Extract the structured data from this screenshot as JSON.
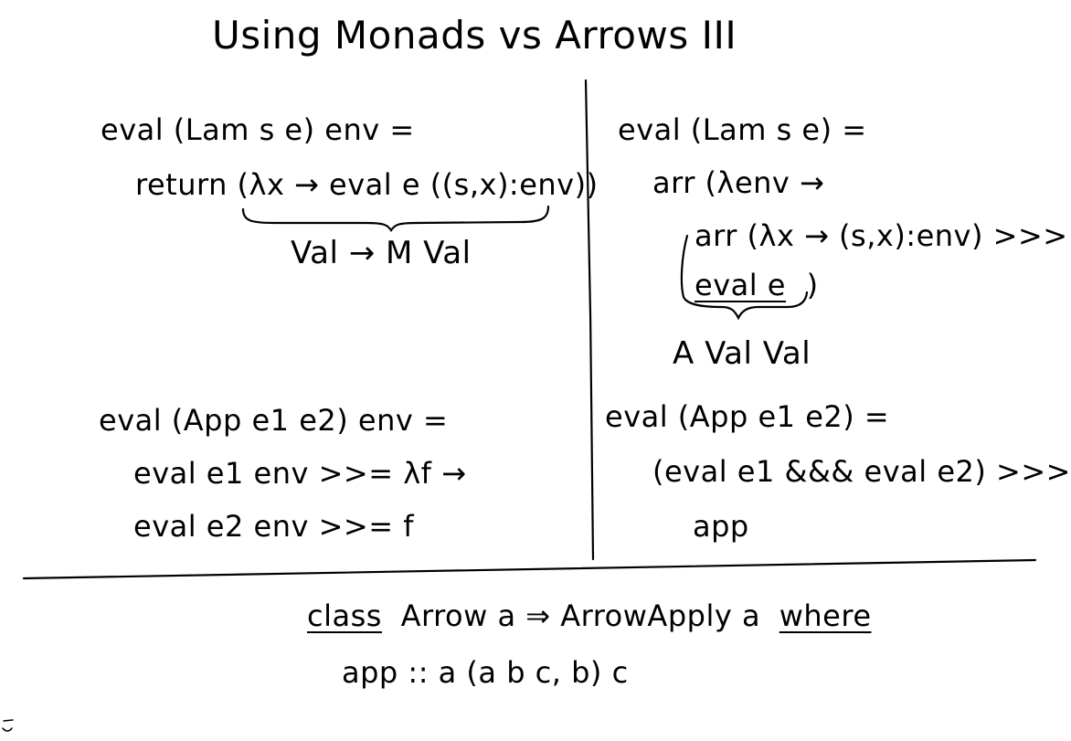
{
  "title": "Using Monads vs Arrows III",
  "left": {
    "lam_line1": "eval (Lam s e) env =",
    "lam_line2": "return (λx → eval e ((s,x):env))",
    "lam_annotation": "Val → M Val",
    "app_line1": "eval (App e1 e2) env =",
    "app_line2": "eval e1 env >>= λf →",
    "app_line3": "eval e2 env >>= f"
  },
  "right": {
    "lam_line1": "eval (Lam s e) =",
    "lam_line2": "arr (λenv →",
    "lam_line3": "arr (λx → (s,x):env) >>>",
    "lam_line4_a": "eval e",
    "lam_line4_b": ")",
    "lam_annotation": "A Val Val",
    "app_line1": "eval (App e1 e2) =",
    "app_line2": "(eval e1 &&& eval e2) >>>",
    "app_line3": "app"
  },
  "bottom": {
    "class_kw": "class",
    "class_mid": "Arrow a ⇒ ArrowApply a",
    "where_kw": "where",
    "app_sig": "app :: a (a b c, b) c"
  }
}
